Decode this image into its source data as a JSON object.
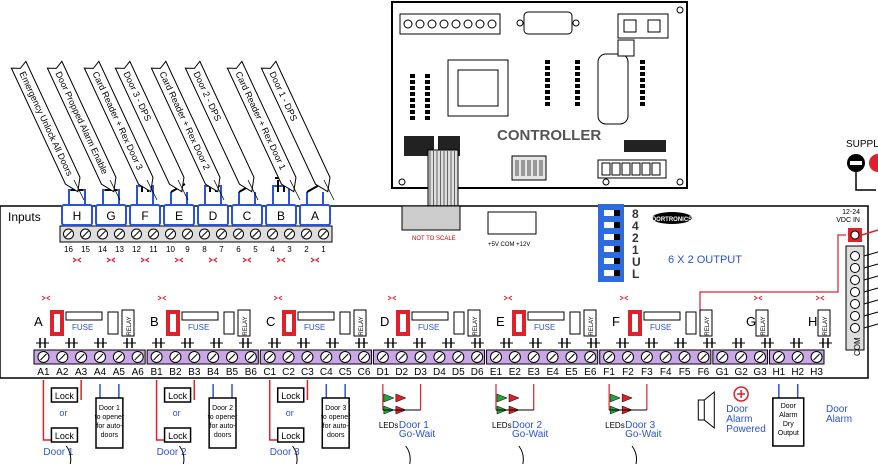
{
  "controller": {
    "title": "CONTROLLER",
    "not_to_scale": "NOT TO SCALE",
    "power_labels": "+5V  COM +12V"
  },
  "top_labels": [
    "Emergency Unlock All Doors",
    "Door Propped Alarm Enable",
    "Card Reader + Rex Door 3",
    "Door 3 - DPS",
    "Card Reader + Rex Door 2",
    "Door 2 - DPS",
    "Card Reader + Rex Door 1",
    "Door 1 - DPS"
  ],
  "inputs": {
    "title": "Inputs",
    "letters": [
      "H",
      "G",
      "F",
      "E",
      "D",
      "C",
      "B",
      "A"
    ],
    "pin_numbers": [
      "16",
      "15",
      "14",
      "13",
      "12",
      "11",
      "10",
      "9",
      "8",
      "7",
      "6",
      "5",
      "4",
      "3",
      "2",
      "1"
    ]
  },
  "dip": {
    "labels": [
      "8",
      "4",
      "2",
      "1",
      "U",
      "L"
    ]
  },
  "brand": "DORTRONICS",
  "output_title": "6 X 2 OUTPUT",
  "supply": {
    "label": "SUPPLY",
    "vdc": "12-24\nVDC IN",
    "com": "COM"
  },
  "relay_groups": [
    {
      "letter": "A",
      "fuse": "FUSE",
      "relay": "RELAY"
    },
    {
      "letter": "B",
      "fuse": "FUSE",
      "relay": "RELAY"
    },
    {
      "letter": "C",
      "fuse": "FUSE",
      "relay": "RELAY"
    },
    {
      "letter": "D",
      "fuse": "FUSE",
      "relay": "RELAY"
    },
    {
      "letter": "E",
      "fuse": "FUSE",
      "relay": "RELAY"
    },
    {
      "letter": "F",
      "fuse": "FUSE",
      "relay": "RELAY"
    },
    {
      "letter": "G",
      "fuse": "",
      "relay": "RELAY"
    },
    {
      "letter": "H",
      "fuse": "",
      "relay": "RELAY"
    }
  ],
  "terminals": [
    "A1",
    "A2",
    "A3",
    "A4",
    "A5",
    "A6",
    "B1",
    "B2",
    "B3",
    "B4",
    "B5",
    "B6",
    "C1",
    "C2",
    "C3",
    "C4",
    "C5",
    "C6",
    "D1",
    "D2",
    "D3",
    "D4",
    "D5",
    "D6",
    "E1",
    "E2",
    "E3",
    "E4",
    "E5",
    "E6",
    "F1",
    "F2",
    "F3",
    "F4",
    "F5",
    "F6",
    "G1",
    "G2",
    "G3",
    "H1",
    "H2",
    "H3"
  ],
  "bottom": {
    "lock": "Lock",
    "or": "or",
    "door1": "Door 1",
    "door2": "Door 2",
    "door3": "Door 3",
    "opener1": "Door 1\nto opener\nfor auto-\ndoors",
    "opener2": "Door 2\nto opener\nfor auto-\ndoors",
    "opener3": "Door 3\nto opener\nfor auto-\ndoors",
    "leds": "LEDs",
    "gowait1": "Door 1\nGo-Wait",
    "gowait2": "Door 2\nGo-Wait",
    "gowait3": "Door 3\nGo-Wait",
    "alarm_powered": "Door\nAlarm\nPowered",
    "alarm_dry": "Door\nAlarm\nDry\nOutput",
    "door_alarm": "Door\nAlarm"
  },
  "colors": {
    "purple": "#c9a6e6",
    "red": "#e0202a",
    "blue": "#2a53d9",
    "green": "#22a43a",
    "dip_blue": "#2d6be0"
  }
}
